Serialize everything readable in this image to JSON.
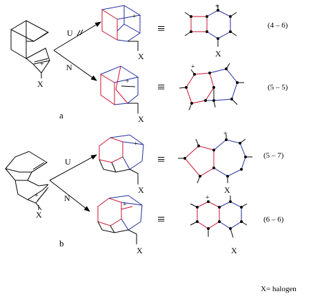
{
  "colors": {
    "red": "#c8102e",
    "blue": "#1d2a9e",
    "black": "#000000"
  },
  "panels": {
    "a": {
      "label": "a",
      "arrow_up_label": "U",
      "arrow_down_label": "N",
      "upper_ring_label": "(4 – 6)",
      "lower_ring_label": "(5 – 5)"
    },
    "b": {
      "label": "b",
      "arrow_up_label": "U",
      "arrow_down_label": "N",
      "upper_ring_label": "(5 – 7)",
      "lower_ring_label": "(6 – 6)"
    }
  },
  "substituent": "X",
  "charge": "+",
  "equivalence_symbol": "≡",
  "footnote": "X= halogen"
}
